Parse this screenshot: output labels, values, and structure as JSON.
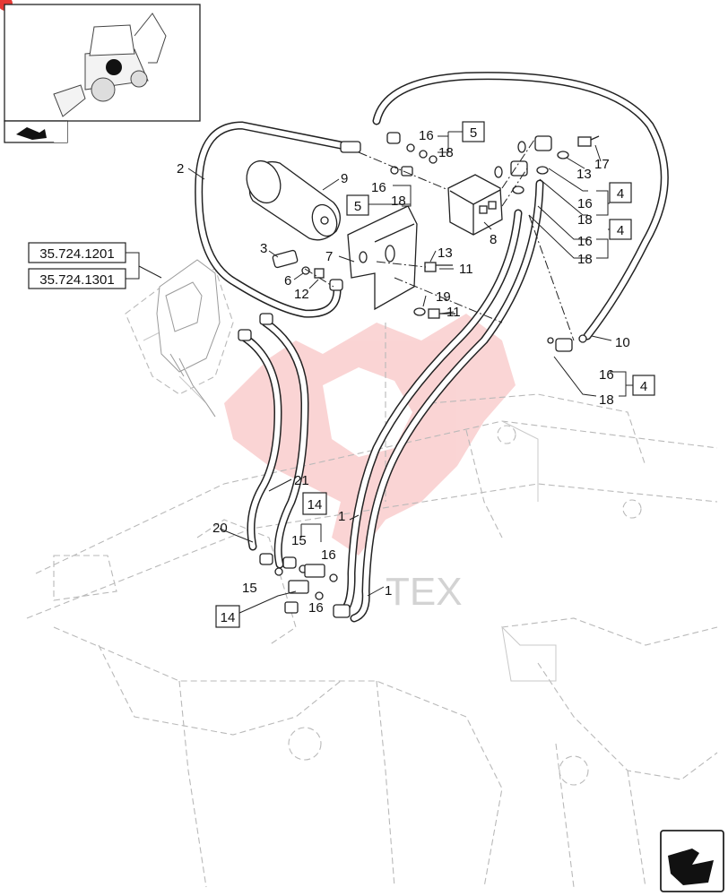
{
  "watermark": {
    "text": "TEX",
    "color": "#f4a3a3"
  },
  "nav": {
    "thumbnail_icon": "backhoe-loader-thumbnail",
    "thumbnail_nav_icon": "prev-page-arrow-icon",
    "next_icon": "next-page-arrow-icon"
  },
  "references": [
    "35.724.1201",
    "35.724.1301"
  ],
  "callouts": {
    "n1a": "1",
    "n1b": "1",
    "n2": "2",
    "n3": "3",
    "n6": "6",
    "n7": "7",
    "n8": "8",
    "n9": "9",
    "n10": "10",
    "n11a": "11",
    "n11b": "11",
    "n12": "12",
    "n13a": "13",
    "n13b": "13",
    "n15a": "15",
    "n15b": "15",
    "n16a": "16",
    "n16b": "16",
    "n16c": "16",
    "n16d": "16",
    "n16e": "16",
    "n16f": "16",
    "n16g": "16",
    "n17": "17",
    "n18a": "18",
    "n18b": "18",
    "n18c": "18",
    "n18d": "18",
    "n18e": "18",
    "n19": "19",
    "n20": "20",
    "n21": "21"
  },
  "kit_boxes": {
    "b5a": "5",
    "b5b": "5",
    "b4a": "4",
    "b4b": "4",
    "b4c": "4",
    "b14a": "14",
    "b14b": "14"
  },
  "colors": {
    "line": "#222222",
    "ghost": "#b9b9b9",
    "watermark": "#f4a3a3"
  }
}
